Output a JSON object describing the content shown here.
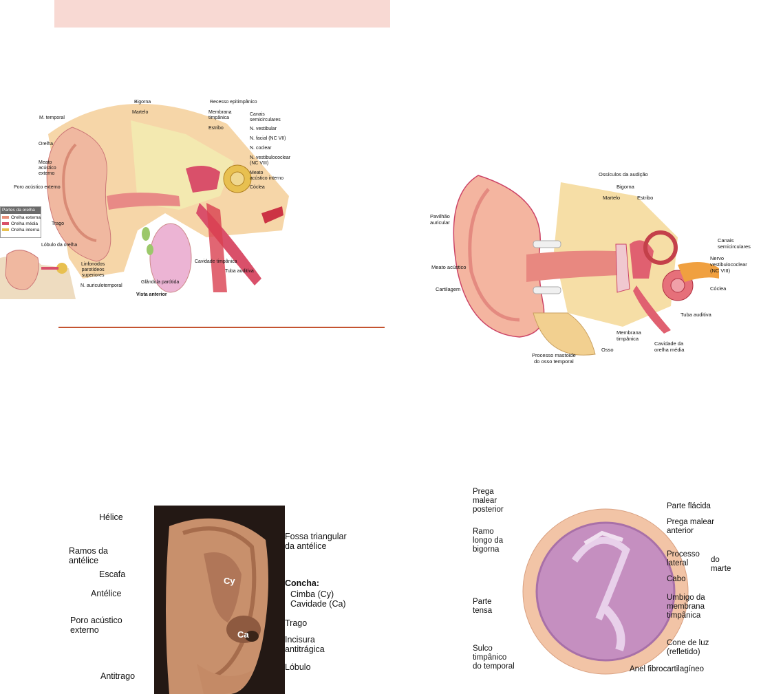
{
  "figure1": {
    "labels": {
      "bigorna": "Bigorna",
      "recesso": "Recesso epitimpânico",
      "martelo": "Martelo",
      "membrana": "Membrana\ntimpânica",
      "canais": "Canais\nsemicirculares",
      "m_temporal": "M. temporal",
      "estribo": "Estribo",
      "n_vestibular": "N. vestibular",
      "orelha": "Orelha",
      "n_facial": "N. facial (NC VII)",
      "n_coclear": "N. coclear",
      "meato_ext": "Meato\nacústico\nexterno",
      "n_vestibulococlear": "N. vestibulococlear\n(NC VIII)",
      "meato_int": "Meato\nacústico interno",
      "poro": "Poro acústico externo",
      "coclea": "Cóclea",
      "trago": "Trago",
      "lobulo": "Lóbulo da orelha",
      "cavidade": "Cavidade timpânica",
      "tuba": "Tuba auditiva",
      "linfonodos": "Linfonodos\nparotídeos\nsuperiores",
      "glandula": "Glândula parótida",
      "auriculotemporal": "N. auriculotemporal",
      "vista": "Vista anterior"
    },
    "legend": {
      "title": "Partes da orelha",
      "items": [
        {
          "label": "Orelha externa",
          "color": "#e8907a"
        },
        {
          "label": "Orelha média",
          "color": "#d9506a"
        },
        {
          "label": "Orelha interna",
          "color": "#e8c050"
        }
      ]
    }
  },
  "figure2": {
    "labels": {
      "ossiculos": "Ossículos da audição",
      "bigorna": "Bigorna",
      "martelo": "Martelo",
      "estribo": "Estribo",
      "pavilhao": "Pavilhão\nauricular",
      "canais": "Canais\nsemicirculares",
      "meato": "Meato acústico",
      "nervo": "Nervo\nvestibulococlear\n(NC VIII)",
      "cartilagem": "Cartilagem",
      "coclea": "Cóclea",
      "tuba": "Tuba auditiva",
      "membrana": "Membrana\ntimpânica",
      "cavidade": "Cavidade da\norelha média",
      "processo": "Processo mastoide\ndo osso temporal",
      "osso": "Osso"
    }
  },
  "figure3": {
    "labels": {
      "helice": "Hélice",
      "fossa": "Fossa triangular\nda antélice",
      "ramos": "Ramos da\nantélice",
      "escafa": "Escafa",
      "concha": "Concha:",
      "concha_items": "Cimba (Cy)\nCavidade (Ca)",
      "antelice": "Antélice",
      "cy": "Cy",
      "ca": "Ca",
      "poro": "Poro acústico\nexterno",
      "trago": "Trago",
      "incisura": "Incisura\nantitrágica",
      "lobulo": "Lóbulo",
      "antitrago": "Antitrago"
    }
  },
  "figure4": {
    "labels": {
      "prega_post": "Prega\nmalear\nposterior",
      "parte_flacida": "Parte flácida",
      "prega_ant": "Prega malear\nanterior",
      "ramo_longo": "Ramo\nlongo da\nbigorna",
      "processo_lateral": "Processo\nlateral",
      "do_martelo": "do\nmarte",
      "cabo": "Cabo",
      "parte_tensa": "Parte\ntensa",
      "umbigo": "Umbigo da\nmembrana\ntimpânica",
      "cone": "Cone de luz\n(refletido)",
      "sulco": "Sulco\ntimpânico\ndo temporal",
      "anel": "Anel fibrocartilagíneo"
    }
  }
}
